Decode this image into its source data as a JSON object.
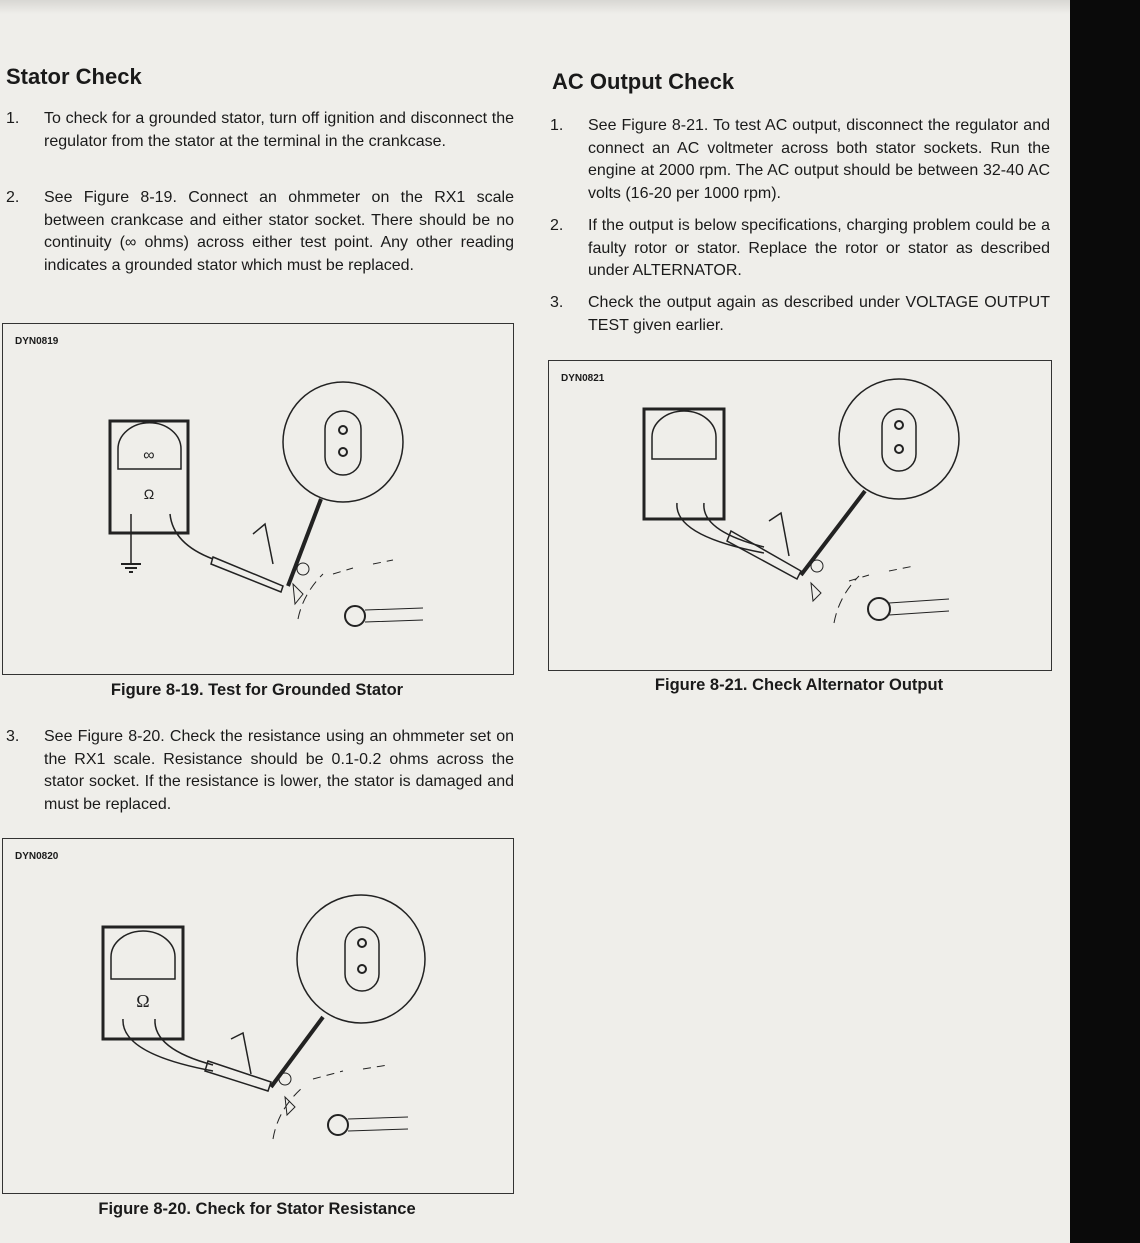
{
  "left": {
    "title": "Stator Check",
    "items": [
      {
        "num": "1.",
        "text": "To check for a grounded stator, turn off ignition and disconnect the regulator from the stator at the terminal in the crankcase."
      },
      {
        "num": "2.",
        "text": "See Figure 8-19. Connect an ohmmeter on the RX1 scale between crankcase and either stator socket. There should be no continuity (∞ ohms) across either test point. Any other reading indicates a grounded stator which must be replaced."
      },
      {
        "num": "3.",
        "text": "See Figure 8-20. Check the resistance using an ohmmeter set on the RX1 scale. Resistance should be 0.1-0.2 ohms across the stator socket. If the resistance is lower, the stator is damaged and must be replaced."
      }
    ],
    "fig1": {
      "code": "DYN0819",
      "meter_symbol": "∞",
      "unit_symbol": "Ω",
      "caption": "Figure 8-19. Test for Grounded Stator"
    },
    "fig2": {
      "code": "DYN0820",
      "unit_symbol": "Ω",
      "caption": "Figure 8-20. Check for Stator Resistance"
    }
  },
  "right": {
    "title": "AC Output Check",
    "items": [
      {
        "num": "1.",
        "text": "See Figure 8-21. To test AC output, disconnect the regulator and connect an AC voltmeter across both stator sockets. Run the engine at 2000 rpm. The AC output should be between 32-40 AC volts (16-20 per 1000 rpm)."
      },
      {
        "num": "2.",
        "text": "If the output is below specifications, charging problem could be a faulty rotor or stator. Replace the rotor or stator as described under ALTERNATOR."
      },
      {
        "num": "3.",
        "text": "Check the output again as described under VOLTAGE OUTPUT TEST given earlier."
      }
    ],
    "fig3": {
      "code": "DYN0821",
      "caption": "Figure 8-21. Check Alternator Output"
    }
  }
}
